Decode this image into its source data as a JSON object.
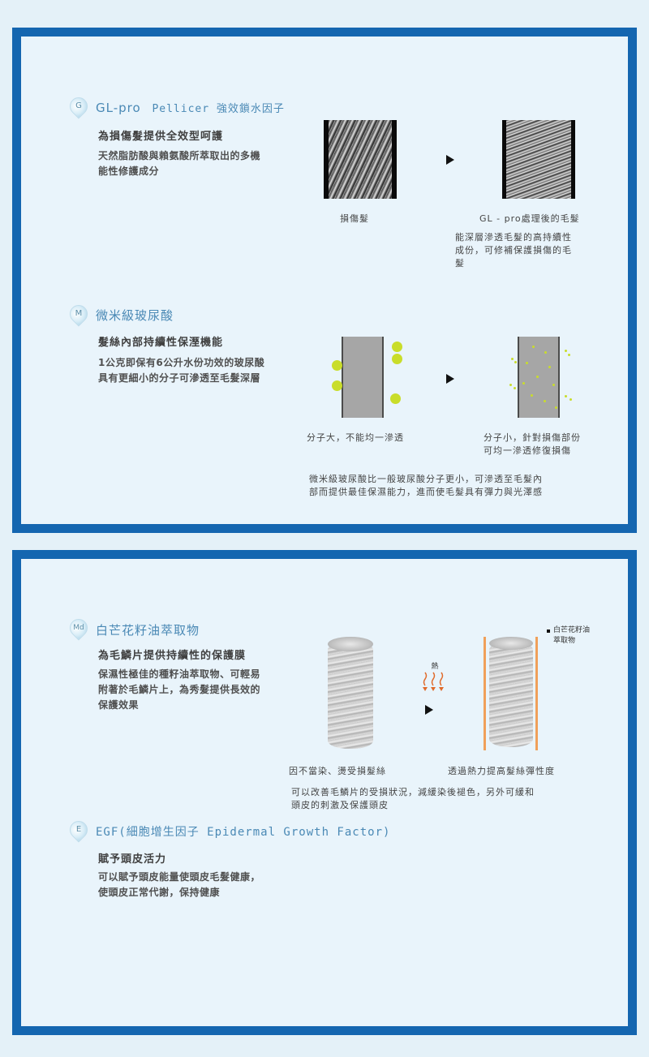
{
  "section1": {
    "badge": "G",
    "title_a": "GL-pro",
    "title_b": "Pellicer 強效鎖水因子",
    "subtitle": "為損傷髮提供全效型呵護",
    "desc": [
      "天然脂肪酸與賴氨酸所萃取出的多機",
      "能性修護成分"
    ],
    "left_caption": "損傷髮",
    "right_caption": "GL - pro處理後的毛髮",
    "right_desc": [
      "能深層滲透毛髮的高持續性",
      "成份，可修補保護損傷的毛",
      "髮"
    ]
  },
  "section2": {
    "badge": "M",
    "title": "微米級玻尿酸",
    "subtitle": "髮絲內部持續性保溼機能",
    "desc": [
      "1公克即保有6公升水份功效的玻尿酸",
      "具有更細小的分子可滲透至毛髮深層"
    ],
    "left_caption": "分子大，不能均一滲透",
    "right_caption": [
      "分子小，針對損傷部份",
      "可均一滲透修復損傷"
    ],
    "note": [
      "微米級玻尿酸比一般玻尿酸分子更小，可滲透至毛髮內",
      "部而提供最佳保濕能力，進而使毛髮具有彈力與光澤感"
    ]
  },
  "section3": {
    "badge": "Md",
    "title": "白芒花籽油萃取物",
    "subtitle": "為毛鱗片提供持續性的保護膜",
    "desc": [
      "保濕性極佳的種籽油萃取物、可輕易",
      "附著於毛鱗片上，為秀髮提供長效的",
      "保護效果"
    ],
    "heat_label": "熱",
    "legend": [
      "白芒花籽油",
      "萃取物"
    ],
    "left_caption": "因不當染、燙受損髮絲",
    "right_caption": "透過熱力提高髮絲彈性度",
    "note": [
      "可以改善毛鱗片的受損狀況，減緩染後褪色，另外可緩和",
      "頭皮的刺激及保護頭皮"
    ]
  },
  "section4": {
    "badge": "E",
    "title": "EGF(細胞增生因子 Epidermal Growth Factor)",
    "subtitle": "賦予頭皮活力",
    "desc": [
      "可以賦予頭皮能量使頭皮毛髮健康，",
      "使頭皮正常代謝，保持健康"
    ]
  },
  "colors": {
    "frame": "#1466b0",
    "panel": "#e9f4fb",
    "title": "#4a89b5",
    "molecule": "#c9dd2a",
    "heat": "#e06a2a",
    "oil": "#f0a05a"
  }
}
